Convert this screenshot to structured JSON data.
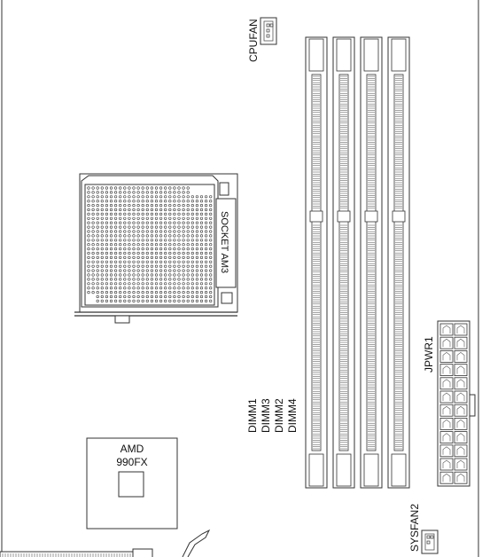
{
  "labels": {
    "cpufan": "CPUFAN",
    "socket": "SOCKET AM3",
    "chipset_line1": "AMD",
    "chipset_line2": "990FX",
    "jpwr": "JPWR1",
    "sysfan": "SYSFAN2",
    "dimms": [
      "DIMM1",
      "DIMM3",
      "DIMM2",
      "DIMM4"
    ]
  },
  "colors": {
    "stroke": "#333333",
    "background": "#ffffff"
  }
}
